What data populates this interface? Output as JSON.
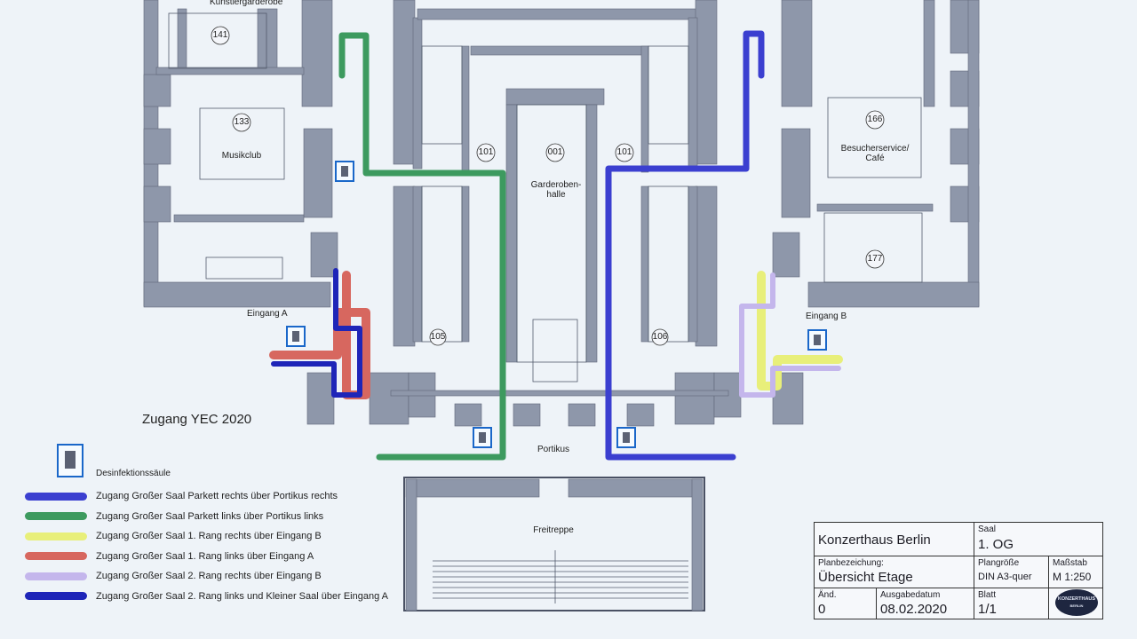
{
  "rooms": {
    "r141": "141",
    "r133": "133",
    "r166": "166",
    "r177": "177",
    "r001": "001",
    "r101_left": "101",
    "r101_right": "101",
    "r105": "105",
    "r106": "106"
  },
  "labels": {
    "kuenstlergarderobe": "Künstlergarderobe",
    "musikclub": "Musikclub",
    "besucherservice": "Besucherservice/\nCafé",
    "garderobenhalle": "Garderoben-\nhalle",
    "eingang_a": "Eingang A",
    "eingang_b": "Eingang B",
    "portikus": "Portikus",
    "freitreppe": "Freitreppe",
    "zugang": "Zugang YEC 2020"
  },
  "legend": {
    "disinfection_label": "Desinfektionssäule",
    "items": [
      {
        "color": "#3b3fd0",
        "label": "Zugang Großer Saal Parkett rechts über Portikus rechts"
      },
      {
        "color": "#3d9a5f",
        "label": "Zugang Großer Saal Parkett links über Portikus links"
      },
      {
        "color": "#e8ef7a",
        "label": "Zugang Großer Saal 1. Rang rechts über Eingang B"
      },
      {
        "color": "#d7675f",
        "label": "Zugang Großer Saal 1. Rang links über Eingang A"
      },
      {
        "color": "#c4b6ec",
        "label": "Zugang Großer Saal 2. Rang rechts über Eingang B"
      },
      {
        "color": "#1e25b8",
        "label": "Zugang Großer Saal 2. Rang links und Kleiner Saal über Eingang A"
      }
    ]
  },
  "title_block": {
    "name": "Konzerthaus Berlin",
    "saal_label": "Saal",
    "saal_value": "1. OG",
    "plan_label": "Planbezeichung:",
    "plan_value": "Übersicht Etage",
    "size_label": "Plangröße",
    "size_value": "DIN A3-quer",
    "scale_label": "Maßstab",
    "scale_value": "M 1:250",
    "aend_label": "Änd.",
    "aend_value": "0",
    "date_label": "Ausgabedatum",
    "date_value": "08.02.2020",
    "blatt_label": "Blatt",
    "blatt_value": "1/1",
    "logo_line1": "KONZERTHAUS",
    "logo_line2": "BERLIN"
  },
  "colors": {
    "wall": "#8e97aa",
    "route_blue": "#3b3fd0",
    "route_green": "#3d9a5f",
    "route_yellow": "#e8ef7a",
    "route_red": "#d7675f",
    "route_lilac": "#c4b6ec",
    "route_navy": "#1e25b8"
  },
  "icons": {
    "disinfection": "disinfection-station-icon"
  }
}
